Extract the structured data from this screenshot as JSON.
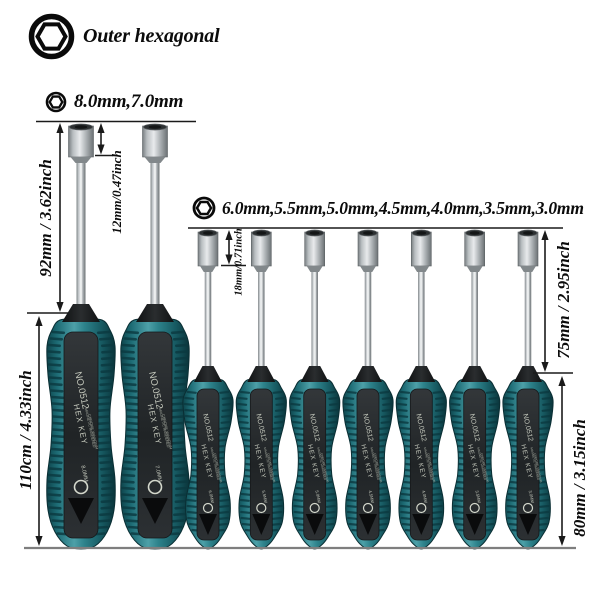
{
  "legend": {
    "title": "Outer hexagonal"
  },
  "annotations": {
    "large_sizes_label": "8.0mm,7.0mm",
    "small_sizes_label": "6.0mm,5.5mm,5.0mm,4.5mm,4.0mm,3.5mm,3.0mm",
    "large_head_height": "12mm/0.47inch",
    "large_shaft_length": "92mm / 3.62inch",
    "large_handle_length": "110cm / 4.33inch",
    "small_head_height": "18mm/0.71inch",
    "small_shaft_length": "75mm / 2.95inch",
    "small_handle_length": "80mm / 3.15inch"
  },
  "handle_print": {
    "model": "NO.0512",
    "brand": "HEX KEY",
    "spec_line1": "MAGNETIC HARDENED",
    "spec_line2": "CHROME VANADIUM"
  },
  "drivers": {
    "large": [
      "8.0MM",
      "7.0MM"
    ],
    "small": [
      "6.0MM",
      "5.5MM",
      "5.0MM",
      "4.5MM",
      "4.0MM",
      "3.5MM",
      "3.0MM"
    ]
  },
  "colors": {
    "handle_teal_light": "#4da0a8",
    "handle_teal": "#1d6b74",
    "handle_teal_dark": "#0a343a",
    "rib_dark": "#0b3940",
    "panel_dark": "#202426",
    "panel_edge": "#33373a",
    "metal_light": "#e8eaec",
    "metal_mid": "#b9bec1",
    "metal_dark": "#6b7174",
    "print_text": "#c4c8bc",
    "annotation_ink": "#1a1a1a",
    "baseline_gray": "#7e7e7e"
  }
}
